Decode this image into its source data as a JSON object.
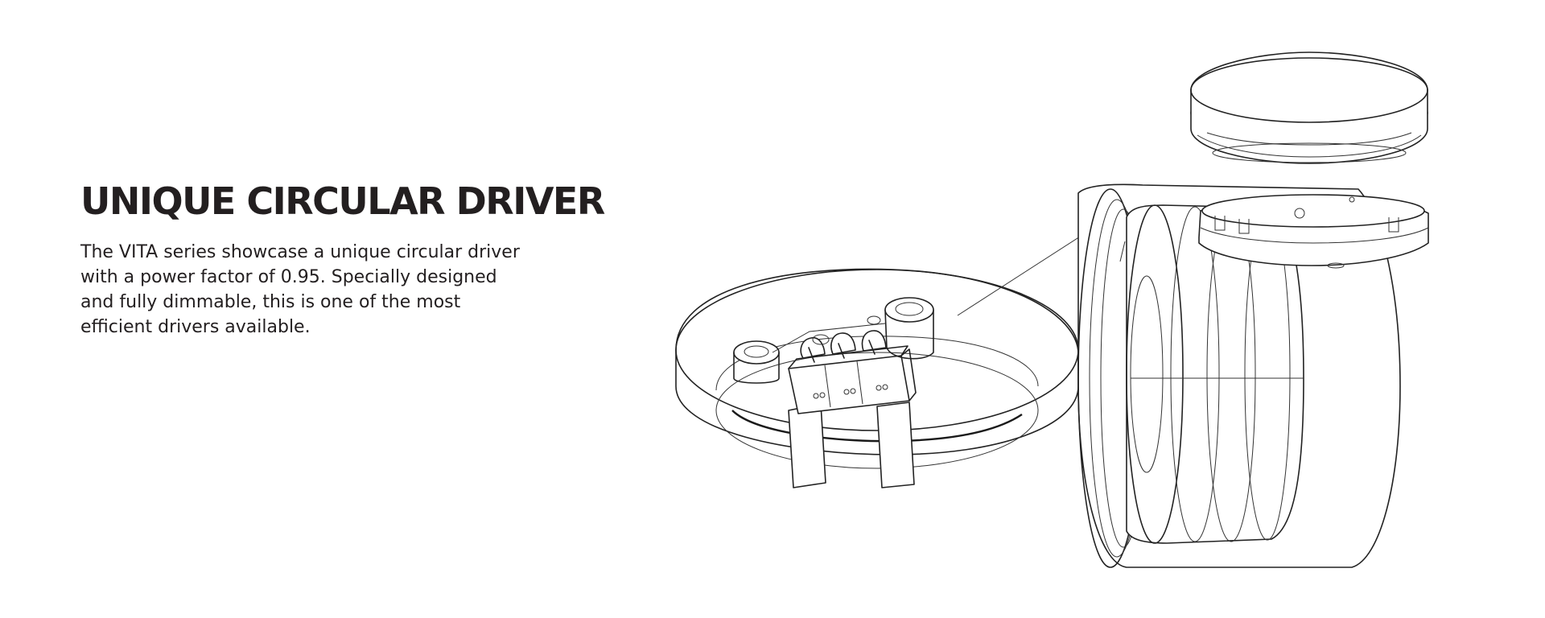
{
  "headline": "UNIQUE CIRCULAR DRIVER",
  "description": "The VITA series showcase a unique circular driver with a power factor of 0.95. Specially designed and fully dimmable, this is one of the most efficient drivers available.",
  "colors": {
    "text": "#231f20",
    "line_art": "#222222",
    "background": "#ffffff"
  },
  "illustration": {
    "parts": [
      "driver-cutaway",
      "fixture-housing",
      "driver-disc",
      "mounting-plate",
      "callout-line"
    ]
  }
}
